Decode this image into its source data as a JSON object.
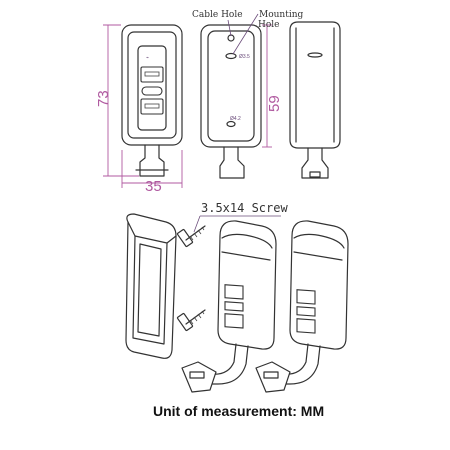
{
  "labels": {
    "cable_hole": "Cable Hole",
    "mounting_hole_line1": "Mounting",
    "mounting_hole_line2": "Hole",
    "screw": "3.5x14 Screw",
    "unit": "Unit of measurement: MM"
  },
  "dimensions": {
    "height_overall": "73",
    "height_body": "59",
    "width": "35",
    "hole_top": "Ø3.5",
    "hole_bottom": "Ø4.2"
  }
}
